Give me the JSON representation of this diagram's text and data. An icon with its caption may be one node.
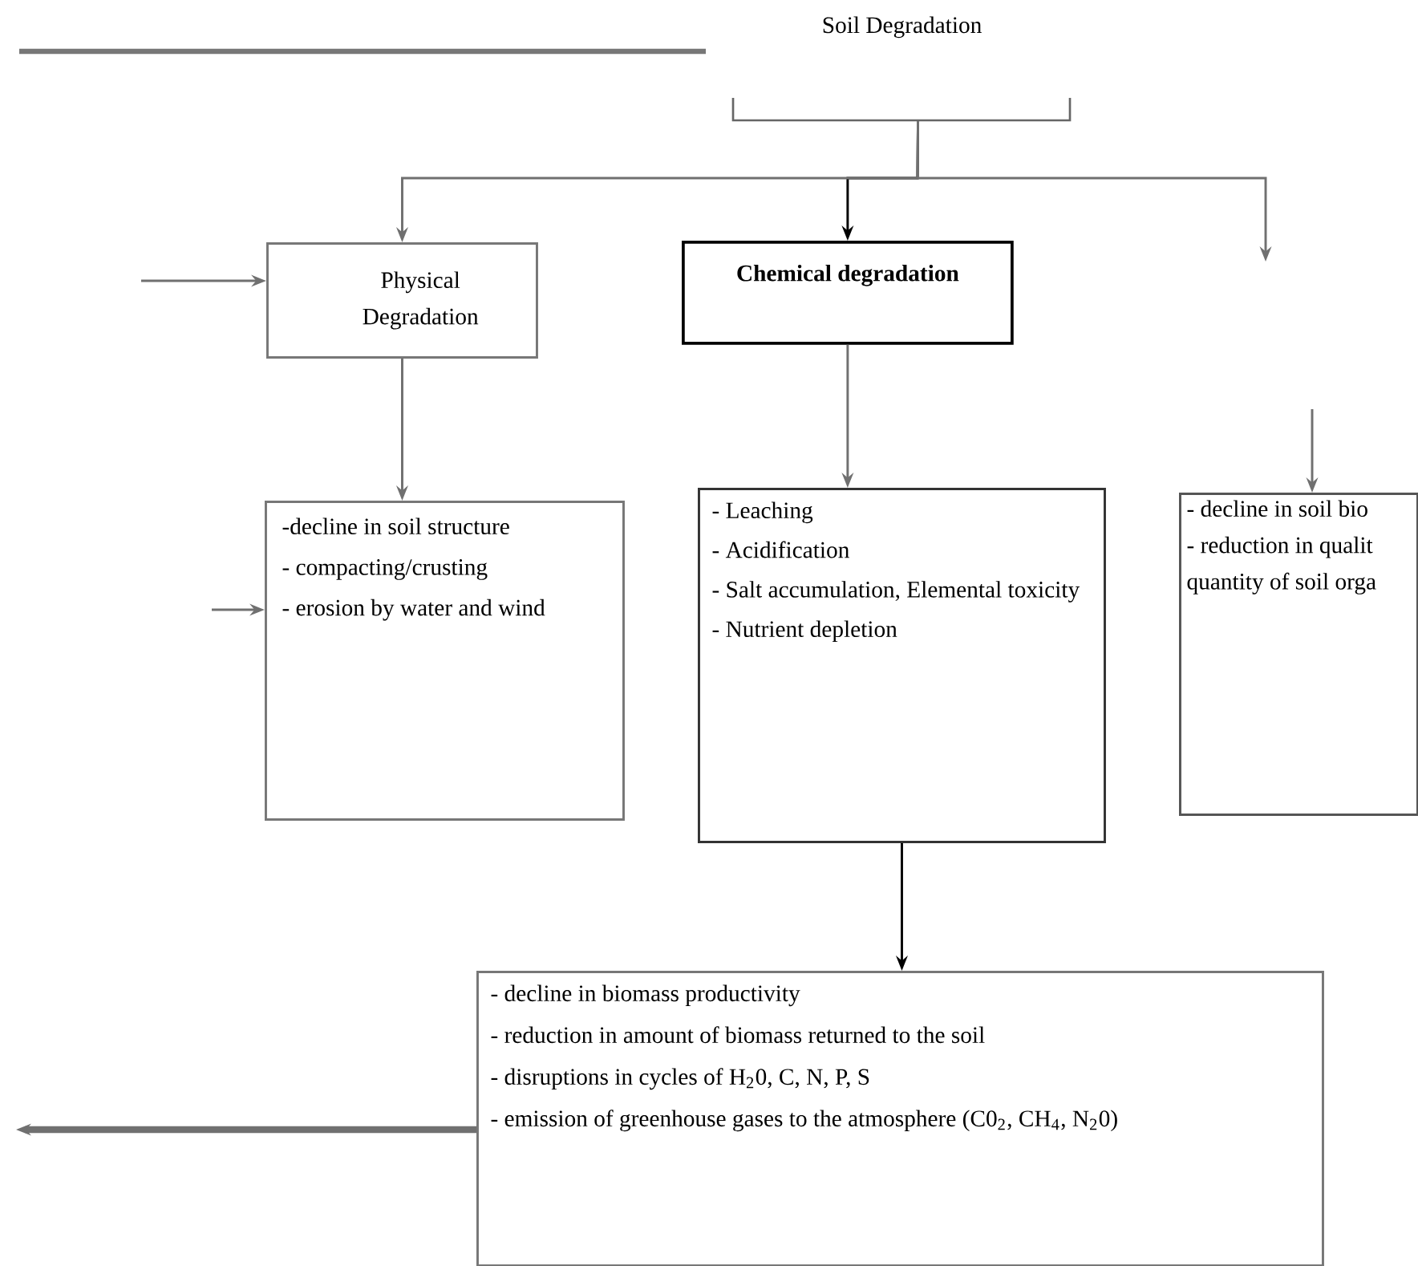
{
  "diagram": {
    "nodes": [
      {
        "text": [
          "Soil Degradation"
        ]
      },
      {
        "text": [
          "Physical Degradation"
        ]
      },
      {
        "text": [
          "Chemical degradation"
        ]
      },
      {
        "text": [
          "-decline in soil structure",
          "- compacting/crusting",
          "- erosion by water and wind"
        ]
      },
      {
        "text": [
          "- Leaching",
          "- Acidification",
          "- Salt accumulation, Elemental toxicity",
          "- Nutrient depletion"
        ]
      },
      {
        "text": [
          "- decline in soil bio",
          "- reduction in qualit quantity of soil orga"
        ]
      },
      {
        "text": [
          "- decline in biomass productivity",
          "- reduction in amount of biomass returned to the soil",
          "- disruptions in cycles of H$_{2}$0, C, N, P, S",
          "- emission of greenhouse gases to the atmosphere (C0$_{2}$, CH$_{4}$, N$_{2}$0)"
        ]
      }
    ],
    "edges": [
      {
        "from": 0,
        "to": 2,
        "arrow": "to",
        "color": "#000000"
      },
      {
        "from": 0,
        "to": 1,
        "arrow": "to"
      },
      {
        "from": 0,
        "to": null,
        "arrow": "to"
      },
      {
        "from": 1,
        "to": 3,
        "arrow": "to"
      },
      {
        "from": 2,
        "to": 4,
        "arrow": "to"
      },
      {
        "from": null,
        "to": 5,
        "arrow": "to"
      },
      {
        "from": null,
        "to": 1,
        "arrow": "to"
      },
      {
        "from": null,
        "to": 3,
        "arrow": "to"
      },
      {
        "from": 4,
        "to": 6,
        "arrow": "to",
        "color": "#000000"
      },
      {
        "from": 6,
        "to": null,
        "arrow": "to",
        "style": "thick"
      }
    ]
  }
}
